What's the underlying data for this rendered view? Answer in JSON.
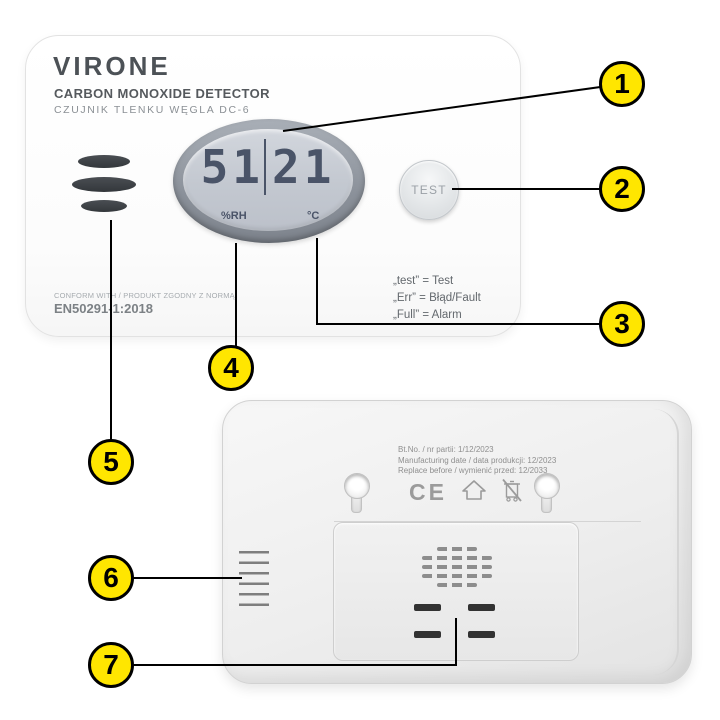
{
  "front": {
    "brand": "VIRONE",
    "product_name": "CARBON MONOXIDE DETECTOR",
    "product_name_pl": "CZUJNIK TLENKU WĘGLA DC-6",
    "lcd": {
      "humidity_value": "51",
      "humidity_unit": "%RH",
      "temperature_value": "21",
      "temperature_unit": "°C"
    },
    "test_button_label": "TEST",
    "legend": [
      "„test” = Test",
      "„Err” = Błąd/Fault",
      "„Full” = Alarm"
    ],
    "conformity_label": "CONFORM WITH / PRODUKT ZGODNY Z NORMĄ:",
    "conformity_standard": "EN50291-1:2018"
  },
  "back": {
    "batch_line": "Bt.No. / nr partii: 1/12/2023",
    "manufacturing_line": "Manufacturing date / data produkcji: 12/2023",
    "replace_line": "Replace before / wymienić przed: 12/2033",
    "ce_mark": "CE",
    "icons": [
      "ce-mark",
      "indoor-use-house-icon",
      "weee-crossed-bin-icon"
    ]
  },
  "callouts": [
    {
      "number": "1",
      "target": "lcd-display"
    },
    {
      "number": "2",
      "target": "test-button"
    },
    {
      "number": "3",
      "target": "temperature-indicator"
    },
    {
      "number": "4",
      "target": "humidity-indicator"
    },
    {
      "number": "5",
      "target": "front-speaker-grille"
    },
    {
      "number": "6",
      "target": "side-vents"
    },
    {
      "number": "7",
      "target": "battery-compartment"
    }
  ],
  "colors": {
    "callout_fill": "#ffe600",
    "callout_border": "#000000",
    "lcd_digit": "#4a5468"
  }
}
